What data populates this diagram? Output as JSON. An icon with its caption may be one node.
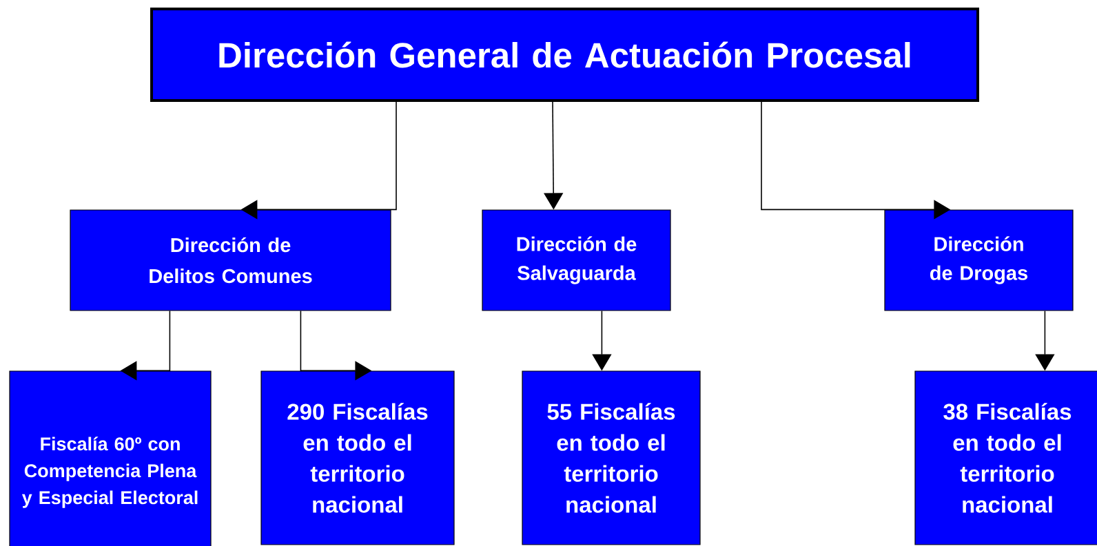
{
  "diagram": {
    "nodes": [
      {
        "text": [
          "Dirección General de Actuación Procesal"
        ]
      },
      {
        "text": [
          "Dirección de Delitos Comunes"
        ]
      },
      {
        "text": [
          "Dirección de Salvaguarda"
        ]
      },
      {
        "text": [
          "Dirección de Drogas"
        ]
      },
      {
        "text": [
          "Fiscalía 60º con Competencia Plena y Especial Electoral"
        ]
      },
      {
        "text": [
          "290 Fiscalías en todo el territorio nacional"
        ]
      },
      {
        "text": [
          "55 Fiscalías en todo el territorio nacional"
        ]
      },
      {
        "text": [
          "38 Fiscalías en todo el territorio nacional"
        ]
      }
    ],
    "edges": [
      {
        "from": 0,
        "to": 1,
        "arrow": "to"
      },
      {
        "from": 0,
        "to": 2,
        "arrow": "to"
      },
      {
        "from": 0,
        "to": 3,
        "arrow": "to"
      },
      {
        "from": 1,
        "to": 4,
        "arrow": "to"
      },
      {
        "from": 1,
        "to": 5,
        "arrow": "to"
      },
      {
        "from": 2,
        "to": 6,
        "arrow": "to"
      },
      {
        "from": 3,
        "to": 7,
        "arrow": "to"
      }
    ]
  }
}
